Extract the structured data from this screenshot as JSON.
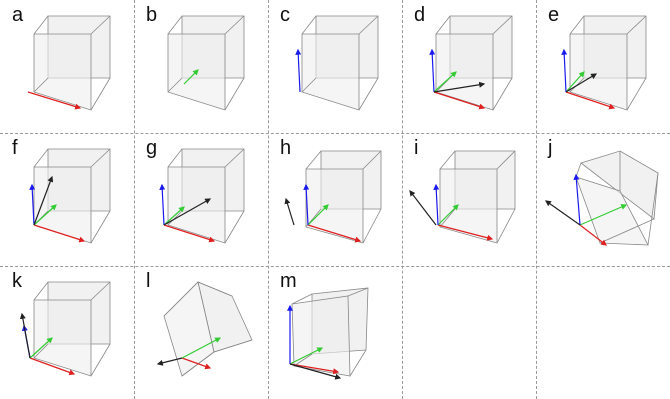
{
  "panels": [
    {
      "label": "a",
      "cube": 0,
      "arrows": [
        "red"
      ]
    },
    {
      "label": "b",
      "cube": 0,
      "arrows": [
        "green"
      ]
    },
    {
      "label": "c",
      "cube": 0,
      "arrows": [
        "blue"
      ]
    },
    {
      "label": "d",
      "cube": 0,
      "arrows": [
        "red",
        "green",
        "blue",
        "black"
      ]
    },
    {
      "label": "e",
      "cube": 0,
      "arrows": [
        "red",
        "green",
        "blue",
        "black"
      ]
    },
    {
      "label": "f",
      "cube": 0,
      "arrows": [
        "red",
        "green",
        "blue",
        "black"
      ]
    },
    {
      "label": "g",
      "cube": 0,
      "arrows": [
        "red",
        "green",
        "blue",
        "black"
      ]
    },
    {
      "label": "h",
      "cube": 1,
      "arrows": [
        "red",
        "green",
        "blue",
        "black"
      ]
    },
    {
      "label": "i",
      "cube": 1,
      "arrows": [
        "red",
        "green",
        "blue",
        "black"
      ]
    },
    {
      "label": "j",
      "cube": 2,
      "arrows": [
        "red",
        "green",
        "blue",
        "black"
      ]
    },
    {
      "label": "k",
      "cube": 0,
      "arrows": [
        "red",
        "green",
        "blue",
        "black"
      ]
    },
    {
      "label": "l",
      "cube": 3,
      "arrows": [
        "red",
        "green",
        "black"
      ]
    },
    {
      "label": "m",
      "cube": 4,
      "arrows": [
        "red",
        "green",
        "blue",
        "black"
      ]
    }
  ],
  "colors": {
    "red": "#e02020",
    "green": "#33cc33",
    "blue": "#1a1aee",
    "black": "#222222",
    "cube_fill": "#eeeeee",
    "cube_edge": "#888888",
    "divider": "#9a9a9a"
  }
}
